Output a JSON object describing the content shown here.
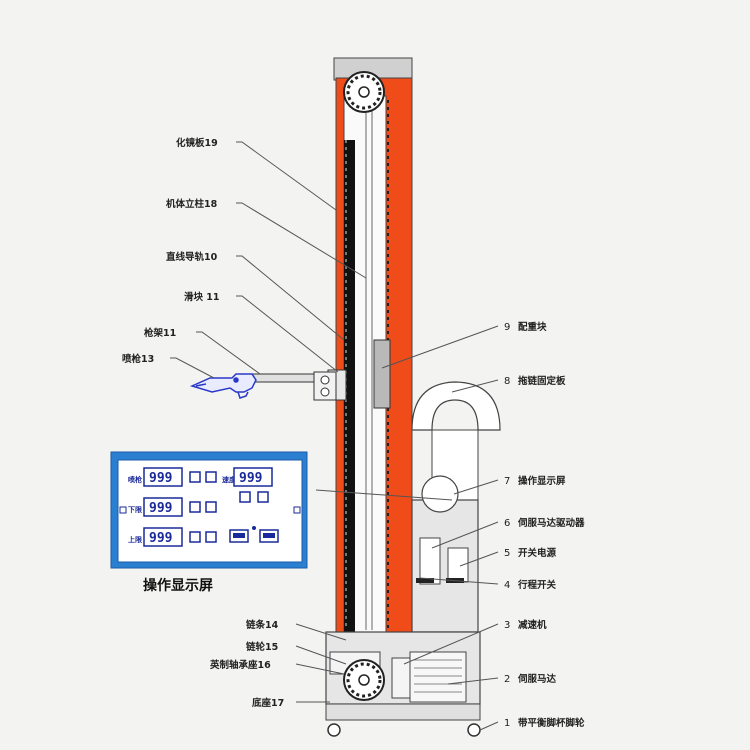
{
  "left_labels": [
    {
      "id": "19",
      "text": "化镜板19"
    },
    {
      "id": "18",
      "text": "机体立柱18"
    },
    {
      "id": "10",
      "text": "直线导轨10"
    },
    {
      "id": "11a",
      "text": "滑块 11"
    },
    {
      "id": "11b",
      "text": "枪架11"
    },
    {
      "id": "13",
      "text": "喷枪13"
    },
    {
      "id": "14",
      "text": "链条14"
    },
    {
      "id": "15",
      "text": "链轮15"
    },
    {
      "id": "16",
      "text": "英制轴承座16"
    },
    {
      "id": "17",
      "text": "底座17"
    }
  ],
  "right_labels": [
    {
      "num": "9",
      "text": "配重块"
    },
    {
      "num": "8",
      "text": "拖链固定板"
    },
    {
      "num": "7",
      "text": "操作显示屏"
    },
    {
      "num": "6",
      "text": "伺服马达驱动器"
    },
    {
      "num": "5",
      "text": "开关电源"
    },
    {
      "num": "4",
      "text": "行程开关"
    },
    {
      "num": "3",
      "text": "减速机"
    },
    {
      "num": "2",
      "text": "伺服马达"
    },
    {
      "num": "1",
      "text": "带平衡脚杯脚轮"
    }
  ],
  "panel": {
    "caption": "操作显示屏",
    "display_value": "999",
    "row_labels": [
      "喷枪",
      "下限",
      "上限"
    ],
    "right_label": "速度"
  },
  "colors": {
    "column_orange": "#ef4c1a",
    "panel_blue": "#2a7fd0",
    "lcd_blue": "#1a2a9a",
    "gun_blue": "#2a38c8"
  }
}
